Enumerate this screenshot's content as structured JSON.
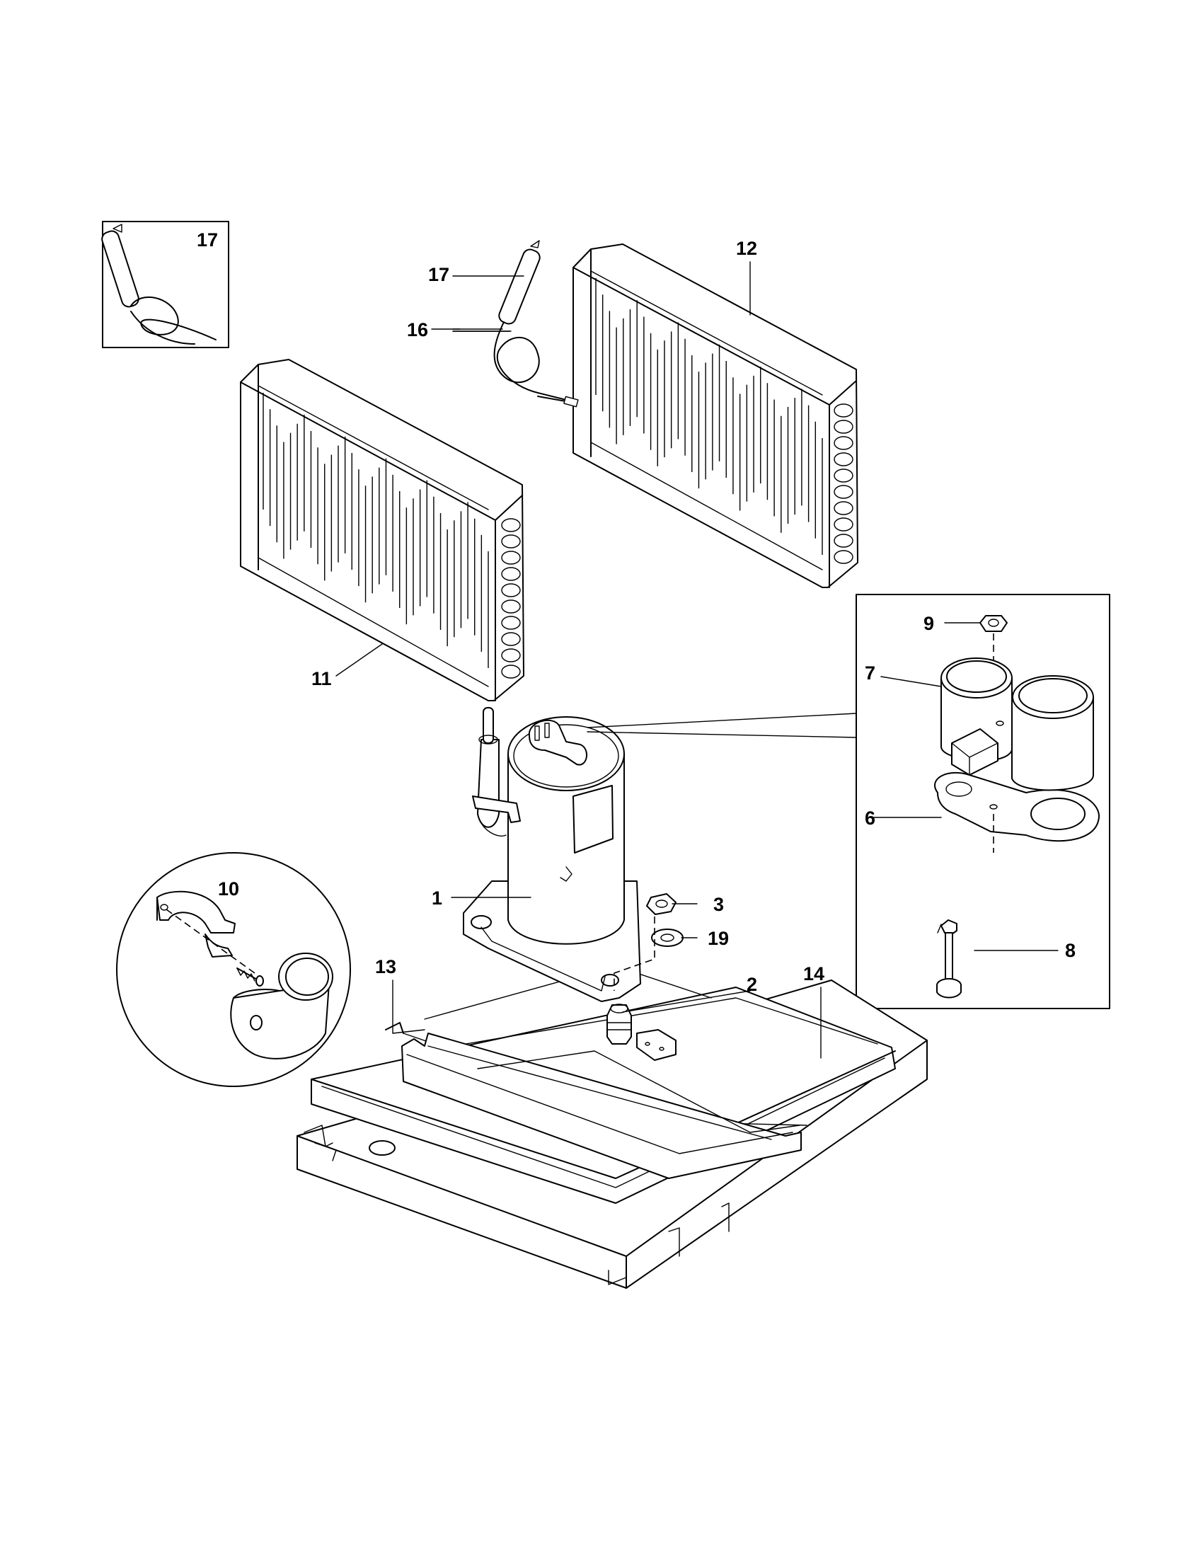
{
  "callouts": {
    "c1": "1",
    "c2": "2",
    "c3": "3",
    "c6": "6",
    "c7": "7",
    "c8": "8",
    "c9": "9",
    "c10": "10",
    "c11": "11",
    "c12": "12",
    "c13": "13",
    "c14": "14",
    "c16": "16",
    "c17a": "17",
    "c17b": "17",
    "c19": "19"
  }
}
